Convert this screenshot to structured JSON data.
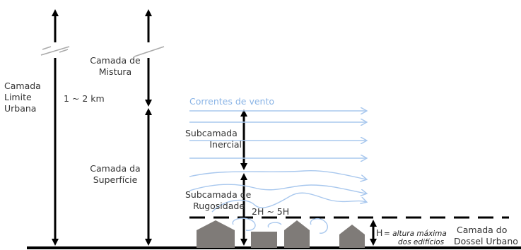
{
  "labels": {
    "urban_boundary_layer": [
      "Camada",
      "Limite",
      "Urbana"
    ],
    "ubl_height": "1 ~ 2 km",
    "mixing_layer": [
      "Camada de",
      "Mistura"
    ],
    "surface_layer": [
      "Camada da",
      "Superfície"
    ],
    "wind_currents": "Correntes de vento",
    "inertial_sublayer": [
      "Subcamada",
      "Inercial"
    ],
    "roughness_sublayer": [
      "Subcamada de",
      "Rugosidade"
    ],
    "roughness_height": "2H ~ 5H",
    "building_height_symbol": "H",
    "building_height_note": [
      "= altura máxima",
      "dos edifícios"
    ],
    "urban_canopy_layer": [
      "Camada do",
      "Dossel Urbano"
    ]
  },
  "colors": {
    "arrow": "#000000",
    "wind": "#a9c8ee",
    "wind_text": "#8ab4e6",
    "building": "#7f7b78",
    "ground": "#000000"
  }
}
